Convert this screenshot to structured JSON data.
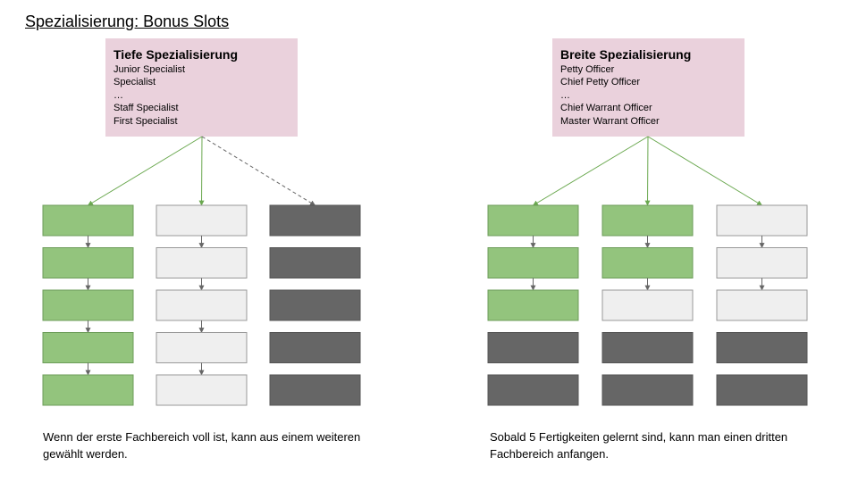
{
  "title": "Spezialisierung: Bonus Slots",
  "colors": {
    "filled": "#93c47d",
    "empty": "#efefef",
    "locked": "#666666",
    "box": "#ead1dc",
    "arrow_green": "#6aa84f",
    "arrow_gray": "#666666"
  },
  "left": {
    "box_title": "Tiefe Spezialisierung",
    "ranks": [
      "Junior Specialist",
      "Specialist",
      "…",
      "Staff Specialist",
      "First Specialist"
    ],
    "columns": [
      {
        "state": [
          "filled",
          "filled",
          "filled",
          "filled",
          "filled"
        ],
        "link": "green"
      },
      {
        "state": [
          "empty",
          "empty",
          "empty",
          "empty",
          "empty"
        ],
        "link": "green"
      },
      {
        "state": [
          "locked",
          "locked",
          "locked",
          "locked",
          "locked"
        ],
        "link": "dashed"
      }
    ],
    "caption": "Wenn der erste Fachbereich voll ist, kann aus einem weiteren gewählt werden."
  },
  "right": {
    "box_title": "Breite Spezialisierung",
    "ranks": [
      "Petty Officer",
      "Chief Petty Officer",
      "…",
      "Chief Warrant Officer",
      "Master Warrant Officer"
    ],
    "columns": [
      {
        "state": [
          "filled",
          "filled",
          "filled",
          "locked",
          "locked"
        ],
        "link": "green"
      },
      {
        "state": [
          "filled",
          "filled",
          "empty",
          "locked",
          "locked"
        ],
        "link": "green"
      },
      {
        "state": [
          "empty",
          "empty",
          "empty",
          "locked",
          "locked"
        ],
        "link": "green"
      }
    ],
    "caption": "Sobald 5 Fertigkeiten gelernt sind, kann man einen dritten Fachbereich anfangen."
  }
}
